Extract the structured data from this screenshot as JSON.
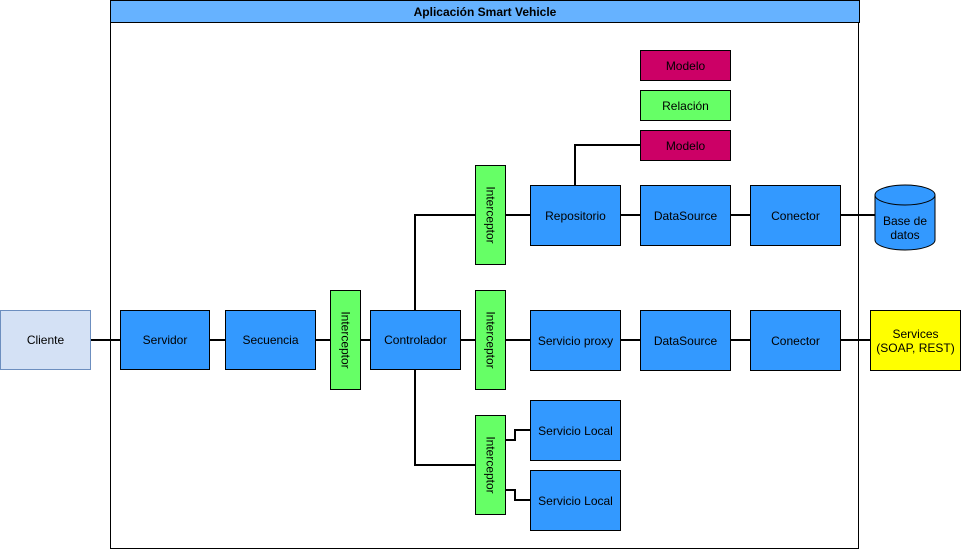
{
  "title": "Aplicación Smart Vehicle",
  "colors": {
    "title_bar": "#66b2ff",
    "component": "#3399ff",
    "interceptor": "#66ff66",
    "model": "#cc0066",
    "client": "#d4e1f5",
    "external_services": "#ffff00"
  },
  "nodes": {
    "cliente": "Cliente",
    "servidor": "Servidor",
    "secuencia": "Secuencia",
    "interceptor_main": "Interceptor",
    "controlador": "Controlador",
    "interceptor_top": "Interceptor",
    "interceptor_mid": "Interceptor",
    "interceptor_bot": "Interceptor",
    "repositorio": "Repositorio",
    "datasource_top": "DataSource",
    "conector_top": "Conector",
    "base_datos": "Base de datos",
    "modelo_top": "Modelo",
    "relacion": "Relación",
    "modelo_bottom": "Modelo",
    "servicio_proxy": "Servicio proxy",
    "datasource_mid": "DataSource",
    "conector_mid": "Conector",
    "services": "Services (SOAP, REST)",
    "servicio_local_1": "Servicio Local",
    "servicio_local_2": "Servicio Local"
  }
}
